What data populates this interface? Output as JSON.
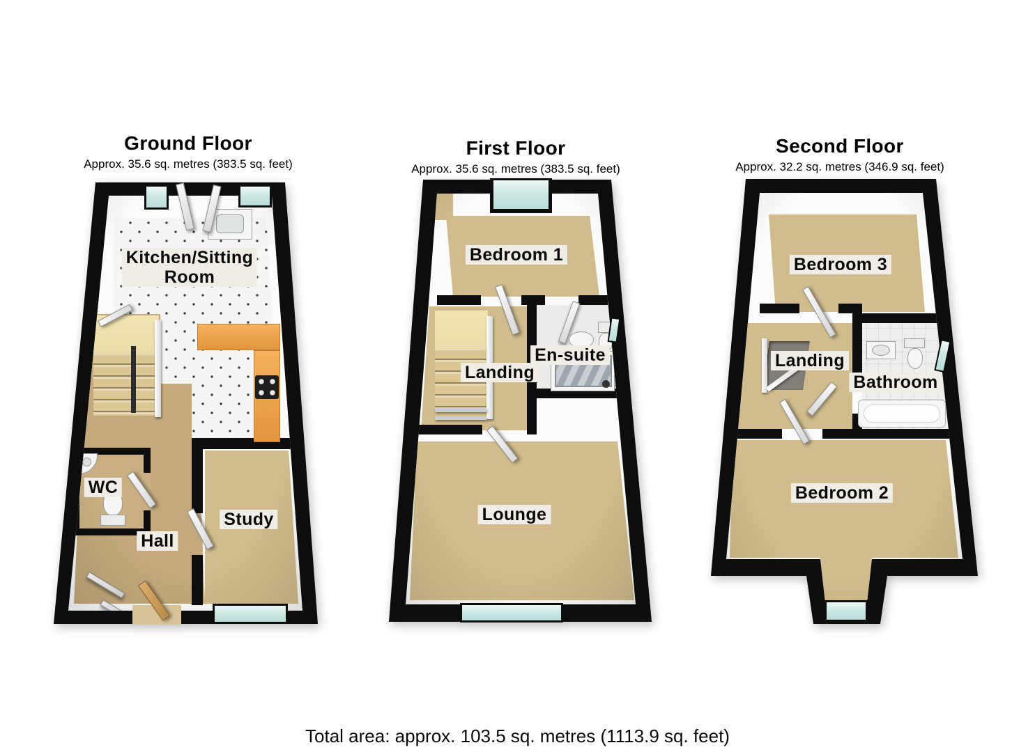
{
  "floors": [
    {
      "id": "ground",
      "title": "Ground Floor",
      "area": "Approx. 35.6 sq. metres (383.5 sq. feet)",
      "rooms": [
        {
          "label": "Kitchen/Sitting\nRoom"
        },
        {
          "label": "WC"
        },
        {
          "label": "Hall"
        },
        {
          "label": "Study"
        }
      ]
    },
    {
      "id": "first",
      "title": "First Floor",
      "area": "Approx. 35.6 sq. metres (383.5 sq. feet)",
      "rooms": [
        {
          "label": "Bedroom 1"
        },
        {
          "label": "Landing"
        },
        {
          "label": "En-suite"
        },
        {
          "label": "Lounge"
        }
      ]
    },
    {
      "id": "second",
      "title": "Second Floor",
      "area": "Approx. 32.2 sq. metres (346.9 sq. feet)",
      "rooms": [
        {
          "label": "Bedroom 3"
        },
        {
          "label": "Landing"
        },
        {
          "label": "Bathroom"
        },
        {
          "label": "Bedroom 2"
        }
      ]
    }
  ],
  "footer": {
    "total_area": "Total area: approx. 103.5 sq. metres (1113.9 sq. feet)"
  },
  "colors": {
    "wall": "#0d0d0d",
    "carpet": "#d0bc8c",
    "hall_floor": "#c3a97c",
    "stairs_light": "#ecdca6",
    "stairs_step": "#dbc794",
    "counter": "#eda44c",
    "window_glass": "#b9dcd9",
    "label_bg": "#efede6"
  }
}
